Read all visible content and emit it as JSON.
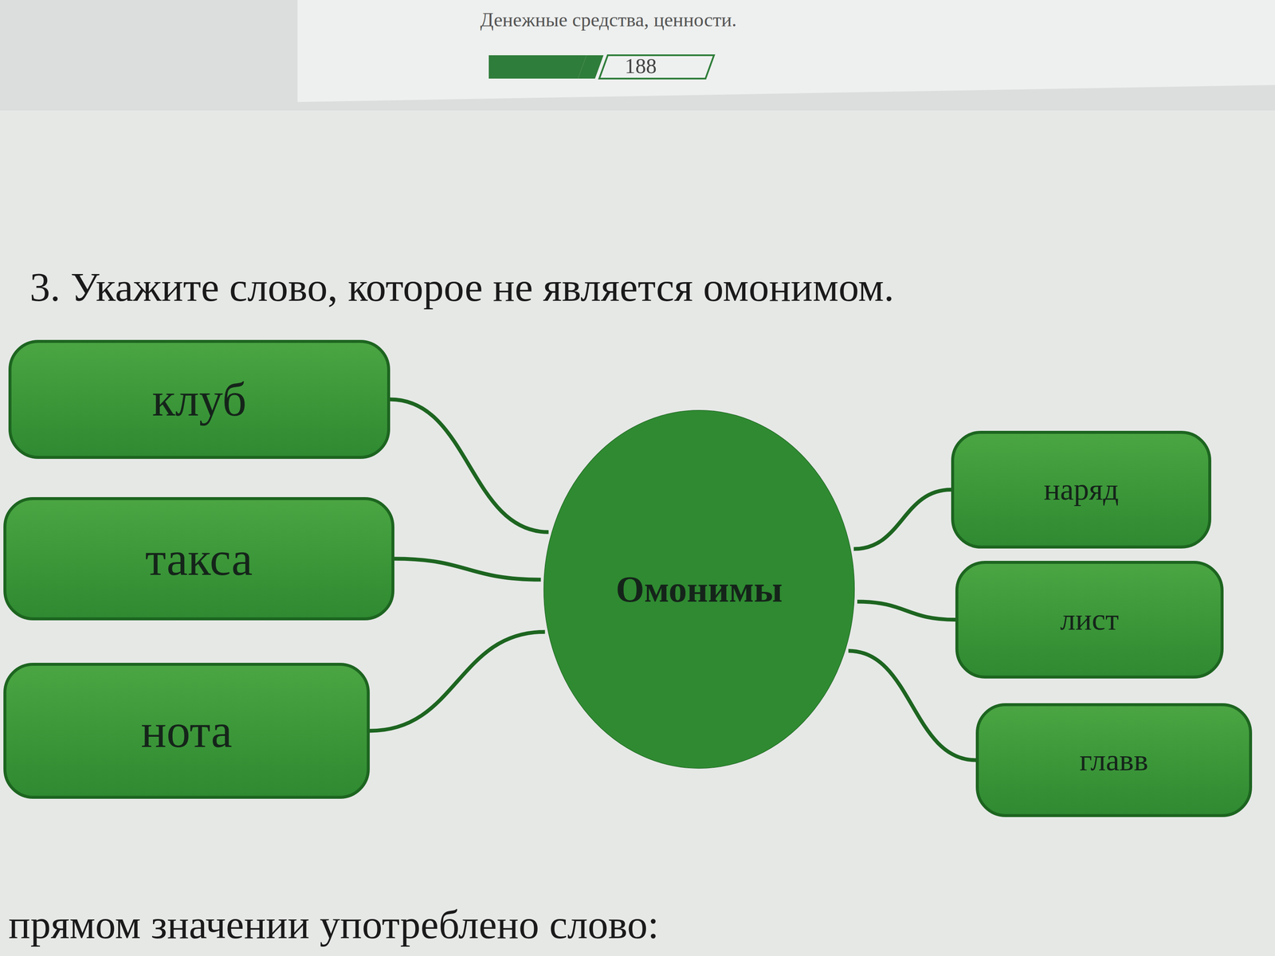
{
  "diagram": {
    "title": "3. Укажите слово, которое не является омонимом.",
    "nodes": [
      {
        "text": [
          "Омонимы"
        ]
      },
      {
        "text": [
          "клуб"
        ]
      },
      {
        "text": [
          "такса"
        ]
      },
      {
        "text": [
          "нота"
        ]
      },
      {
        "text": [
          "наряд"
        ]
      },
      {
        "text": [
          "лист"
        ]
      },
      {
        "text": [
          "главв"
        ]
      }
    ],
    "edges": [
      {
        "from": 0,
        "to": 1,
        "arrow": "none"
      },
      {
        "from": 0,
        "to": 2,
        "arrow": "none"
      },
      {
        "from": 0,
        "to": 3,
        "arrow": "none"
      },
      {
        "from": 0,
        "to": 4,
        "arrow": "none"
      },
      {
        "from": 0,
        "to": 5,
        "arrow": "none"
      },
      {
        "from": 0,
        "to": 6,
        "arrow": "none"
      }
    ],
    "labels": [
      "Денежные средства, ценности.",
      "188",
      "прямом значении употреблено слово:"
    ]
  }
}
